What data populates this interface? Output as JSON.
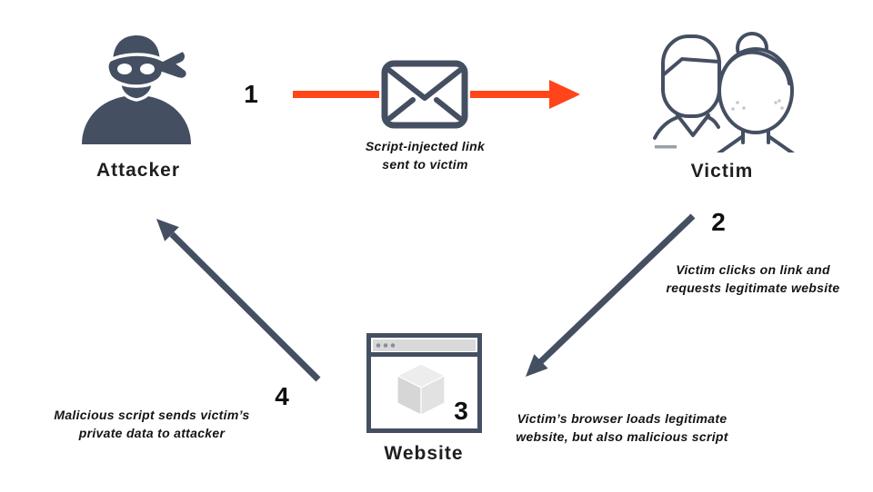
{
  "nodes": {
    "attacker": {
      "label": "Attacker"
    },
    "victim": {
      "label": "Victim"
    },
    "website": {
      "label": "Website"
    }
  },
  "steps": [
    {
      "number": "1",
      "caption": [
        "Script-injected link",
        "sent to victim"
      ]
    },
    {
      "number": "2",
      "caption": [
        "Victim clicks on link and",
        "requests legitimate website"
      ]
    },
    {
      "number": "3",
      "caption": [
        "Victim’s browser loads legitimate",
        "website, but also malicious script"
      ]
    },
    {
      "number": "4",
      "caption": [
        "Malicious script sends victim’s",
        "private data to attacker"
      ]
    }
  ],
  "icons": {
    "attacker": "masked-attacker-icon",
    "victim": "two-people-icon",
    "website": "browser-window-cube-icon",
    "message": "envelope-icon"
  },
  "colors": {
    "slate": "#454f62",
    "orange": "#ff4519",
    "text": "#141414"
  }
}
